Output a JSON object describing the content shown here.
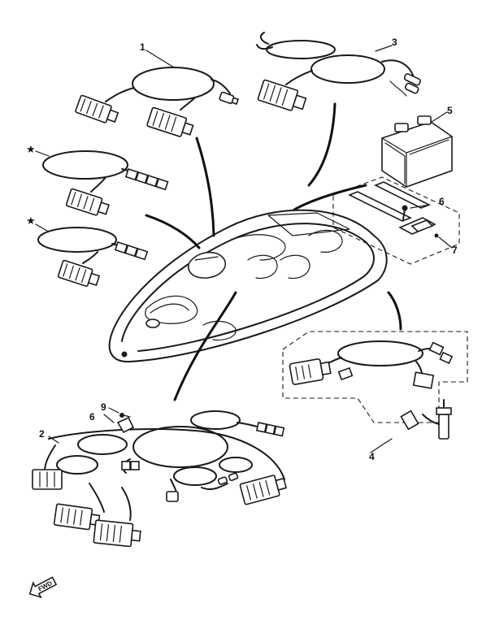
{
  "labels": {
    "p1": "1",
    "p2": "2",
    "p3": "3",
    "p4": "4",
    "p5": "5",
    "p6a": "6",
    "p6b": "6",
    "p7": "7",
    "p9": "9",
    "star1": "★",
    "star2": "★"
  },
  "fwd_marker": "FWD",
  "colors": {
    "ink": "#1a1a1a",
    "paper": "#ffffff"
  }
}
